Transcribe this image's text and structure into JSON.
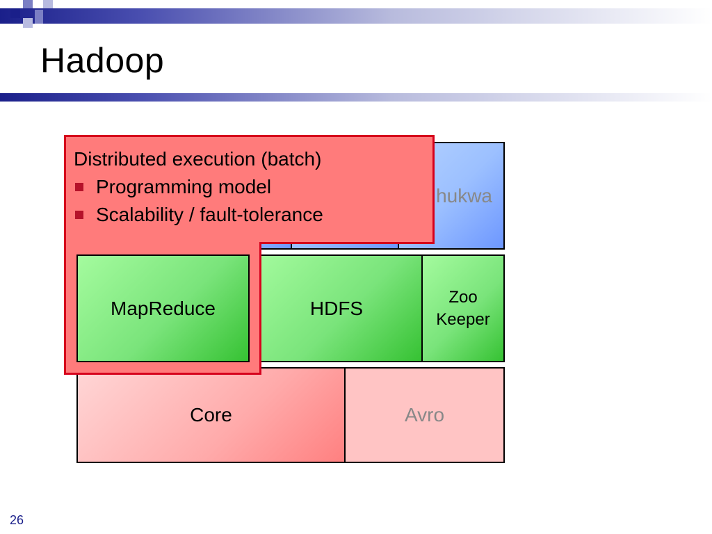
{
  "slide": {
    "title": "Hadoop",
    "page_number": "26"
  },
  "diagram": {
    "row_top": [
      {
        "id": "top-left-1",
        "label": "",
        "color": "#9cc0ff"
      },
      {
        "id": "top-left-2",
        "label": "",
        "color": "#9cc0ff"
      },
      {
        "id": "chukwa",
        "label": "hukwa",
        "color": "#9cc0ff"
      }
    ],
    "row_middle": [
      {
        "id": "mapreduce",
        "label": "MapReduce",
        "color": "#7ae47b"
      },
      {
        "id": "hdfs",
        "label": "HDFS",
        "color": "#7ae47b"
      },
      {
        "id": "zookeeper",
        "label_line1": "Zoo",
        "label_line2": "Keeper",
        "color": "#7ae47b"
      }
    ],
    "row_bottom": [
      {
        "id": "core",
        "label": "Core",
        "color": "#ff9a9a"
      },
      {
        "id": "avro",
        "label": "Avro",
        "color": "#ffc4c4"
      }
    ]
  },
  "callout": {
    "heading": "Distributed execution (batch)",
    "bullets": [
      "Programming model",
      "Scalability / fault-tolerance"
    ],
    "fill_color": "#ff7b7b",
    "border_color": "#d6001c",
    "bullet_color": "#b5122a"
  }
}
